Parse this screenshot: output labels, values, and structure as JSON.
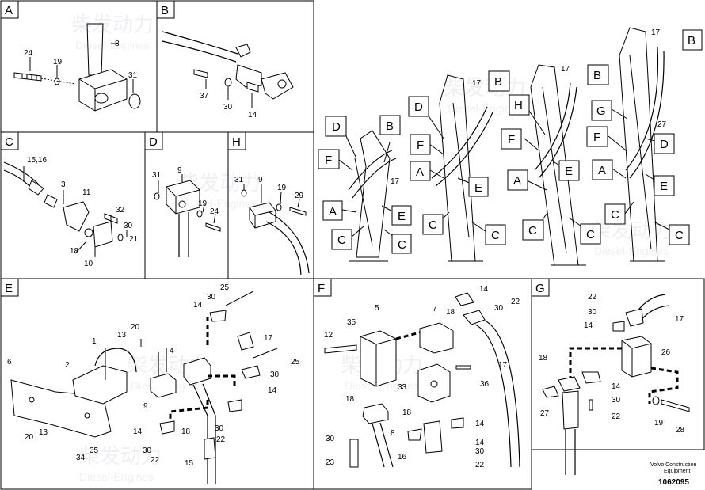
{
  "panels": {
    "A": {
      "letter": "A",
      "parts": [
        "24",
        "19",
        "8",
        "31"
      ]
    },
    "B": {
      "letter": "B",
      "parts": [
        "37",
        "30",
        "14"
      ]
    },
    "C": {
      "letter": "C",
      "parts": [
        "15,16",
        "3",
        "11",
        "32",
        "30",
        "21",
        "18",
        "10"
      ]
    },
    "D": {
      "letter": "D",
      "parts": [
        "31",
        "9",
        "19",
        "24"
      ]
    },
    "H": {
      "letter": "H",
      "parts": [
        "31",
        "9",
        "19",
        "29"
      ]
    },
    "E": {
      "letter": "E",
      "parts": [
        "25",
        "30",
        "14",
        "13",
        "20",
        "1",
        "4",
        "17",
        "6",
        "2",
        "9",
        "25",
        "30",
        "14",
        "20",
        "13",
        "34",
        "35",
        "14",
        "18",
        "30",
        "30",
        "22",
        "15",
        "22"
      ]
    },
    "F": {
      "letter": "F",
      "parts": [
        "14",
        "5",
        "7",
        "30",
        "22",
        "35",
        "18",
        "12",
        "17",
        "36",
        "33",
        "18",
        "18",
        "14",
        "8",
        "30",
        "14",
        "23",
        "16",
        "30",
        "22"
      ]
    },
    "G": {
      "letter": "G",
      "parts": [
        "22",
        "30",
        "14",
        "17",
        "18",
        "26",
        "14",
        "30",
        "22",
        "19",
        "28",
        "27"
      ]
    }
  },
  "overview": {
    "callouts": [
      "D",
      "B",
      "F",
      "17",
      "A",
      "E",
      "C",
      "C",
      "D",
      "F",
      "A",
      "C",
      "B",
      "17",
      "E",
      "C",
      "17",
      "B",
      "H",
      "F",
      "E",
      "A",
      "C",
      "C",
      "17",
      "B",
      "G",
      "F",
      "27",
      "D",
      "A",
      "E",
      "C",
      "C"
    ]
  },
  "footer": {
    "brand_line1": "Volvo Construction",
    "brand_line2": "Equipment",
    "drawing_number": "1062095"
  },
  "watermark": {
    "cn": "柴发动力",
    "en": "Diesel-Engines"
  }
}
